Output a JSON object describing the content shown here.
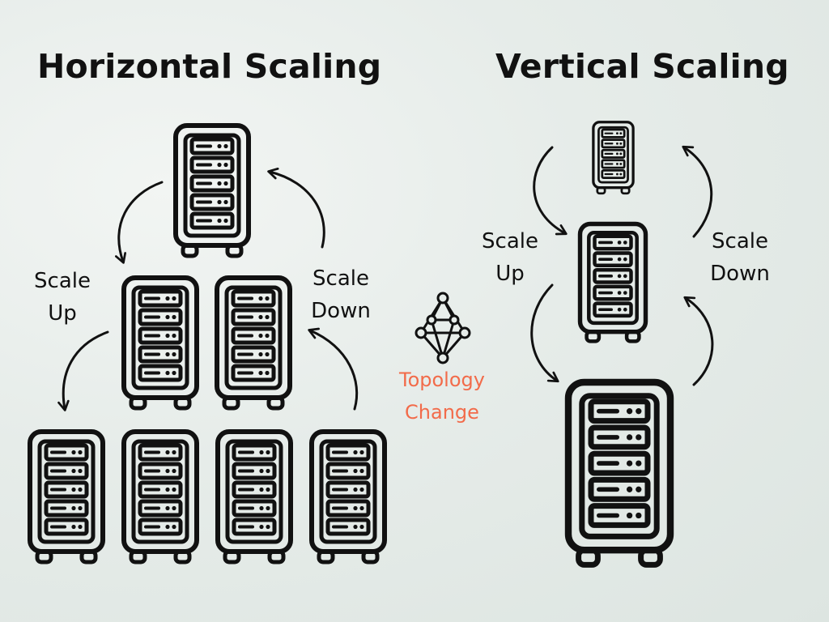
{
  "horizontal": {
    "title": "Horizontal Scaling",
    "scale_up": [
      "Scale",
      "Up"
    ],
    "scale_down": [
      "Scale",
      "Down"
    ]
  },
  "vertical": {
    "title": "Vertical Scaling",
    "scale_up": [
      "Scale",
      "Up"
    ],
    "scale_down": [
      "Scale",
      "Down"
    ]
  },
  "center": {
    "label": [
      "Topology",
      "Change"
    ],
    "icon": "network-topology-icon"
  },
  "colors": {
    "ink": "#111111",
    "accent": "#f26b4a",
    "background": "#e6ece9"
  }
}
